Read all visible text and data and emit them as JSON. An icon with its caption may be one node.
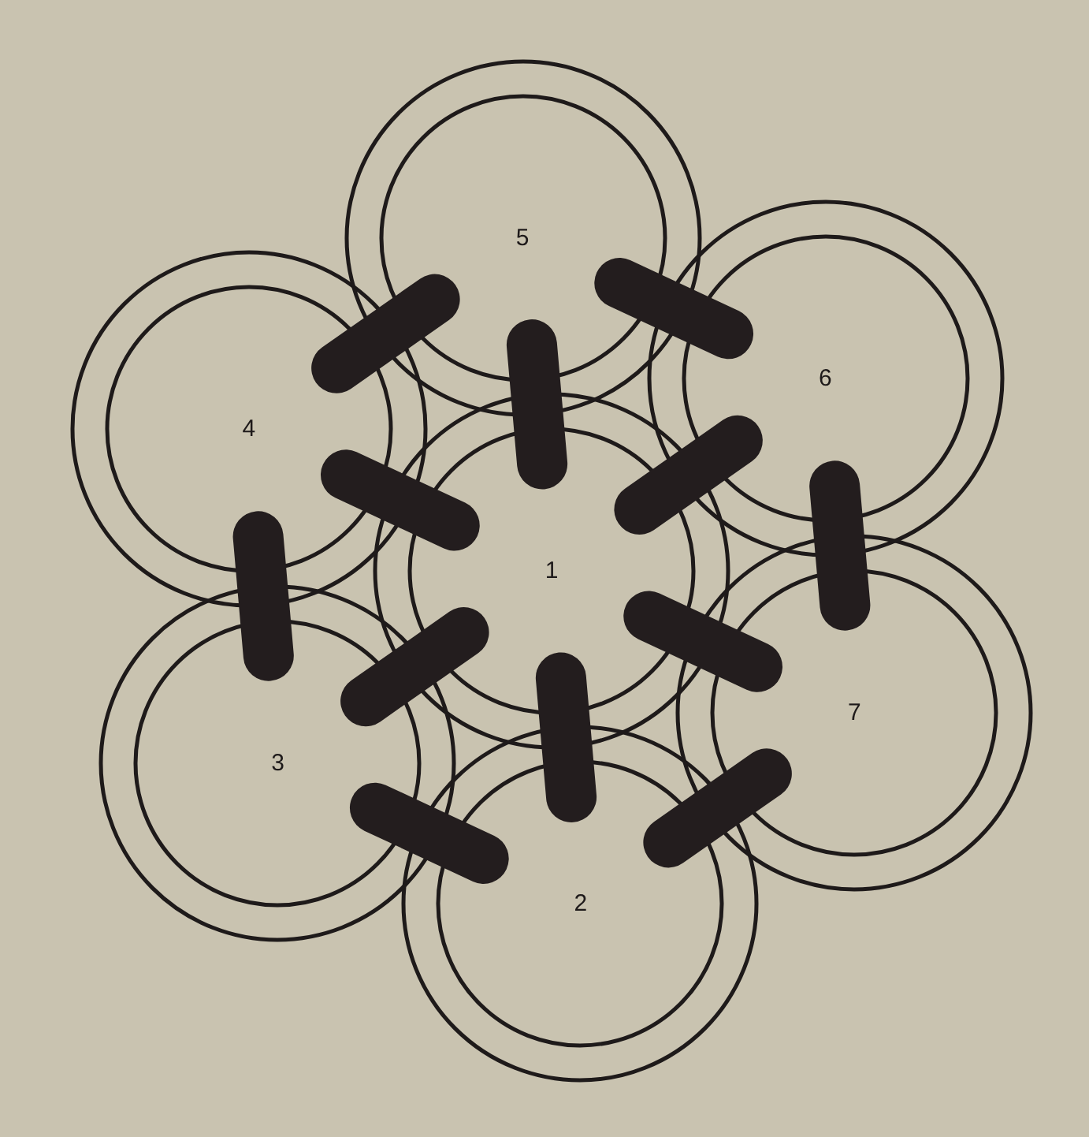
{
  "diagram": {
    "nodes": [
      {
        "text": [
          "1"
        ]
      },
      {
        "text": [
          "2"
        ]
      },
      {
        "text": [
          "3"
        ]
      },
      {
        "text": [
          "4"
        ]
      },
      {
        "text": [
          "5"
        ]
      },
      {
        "text": [
          "6"
        ]
      },
      {
        "text": [
          "7"
        ]
      }
    ],
    "edges": [
      {
        "from": 0,
        "to": 1,
        "arrow": "none"
      },
      {
        "from": 0,
        "to": 2,
        "arrow": "none"
      },
      {
        "from": 0,
        "to": 3,
        "arrow": "none"
      },
      {
        "from": 0,
        "to": 4,
        "arrow": "none"
      },
      {
        "from": 0,
        "to": 5,
        "arrow": "none"
      },
      {
        "from": 0,
        "to": 6,
        "arrow": "none"
      },
      {
        "from": 1,
        "to": 2,
        "arrow": "none"
      },
      {
        "from": 2,
        "to": 3,
        "arrow": "none"
      },
      {
        "from": 3,
        "to": 4,
        "arrow": "none"
      },
      {
        "from": 4,
        "to": 5,
        "arrow": "none"
      },
      {
        "from": 5,
        "to": 6,
        "arrow": "none"
      },
      {
        "from": 6,
        "to": 1,
        "arrow": "none"
      }
    ]
  }
}
